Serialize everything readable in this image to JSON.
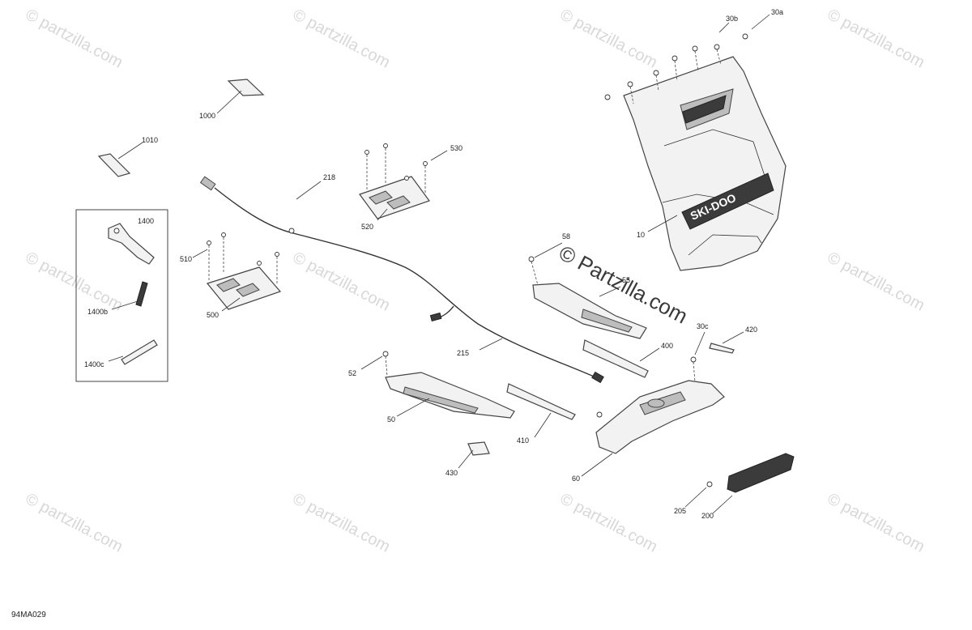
{
  "diagram": {
    "code": "94MA029",
    "watermark": "© Partzilla.com",
    "watermark_small": "© partzilla.com",
    "brand_text": "SKI-DOO",
    "callouts": [
      {
        "id": "c-30b",
        "text": "30b"
      },
      {
        "id": "c-30a",
        "text": "30a"
      },
      {
        "id": "c-1000",
        "text": "1000"
      },
      {
        "id": "c-1010",
        "text": "1010"
      },
      {
        "id": "c-530",
        "text": "530"
      },
      {
        "id": "c-218",
        "text": "218"
      },
      {
        "id": "c-520",
        "text": "520"
      },
      {
        "id": "c-1400",
        "text": "1400"
      },
      {
        "id": "c-510",
        "text": "510"
      },
      {
        "id": "c-500",
        "text": "500"
      },
      {
        "id": "c-1400b",
        "text": "1400b"
      },
      {
        "id": "c-1400c",
        "text": "1400c"
      },
      {
        "id": "c-10",
        "text": "10"
      },
      {
        "id": "c-58",
        "text": "58"
      },
      {
        "id": "c-55",
        "text": "55"
      },
      {
        "id": "c-215",
        "text": "215"
      },
      {
        "id": "c-52",
        "text": "52"
      },
      {
        "id": "c-50",
        "text": "50"
      },
      {
        "id": "c-30c",
        "text": "30c"
      },
      {
        "id": "c-420",
        "text": "420"
      },
      {
        "id": "c-400",
        "text": "400"
      },
      {
        "id": "c-410",
        "text": "410"
      },
      {
        "id": "c-430",
        "text": "430"
      },
      {
        "id": "c-60",
        "text": "60"
      },
      {
        "id": "c-205",
        "text": "205"
      },
      {
        "id": "c-200",
        "text": "200"
      }
    ]
  }
}
